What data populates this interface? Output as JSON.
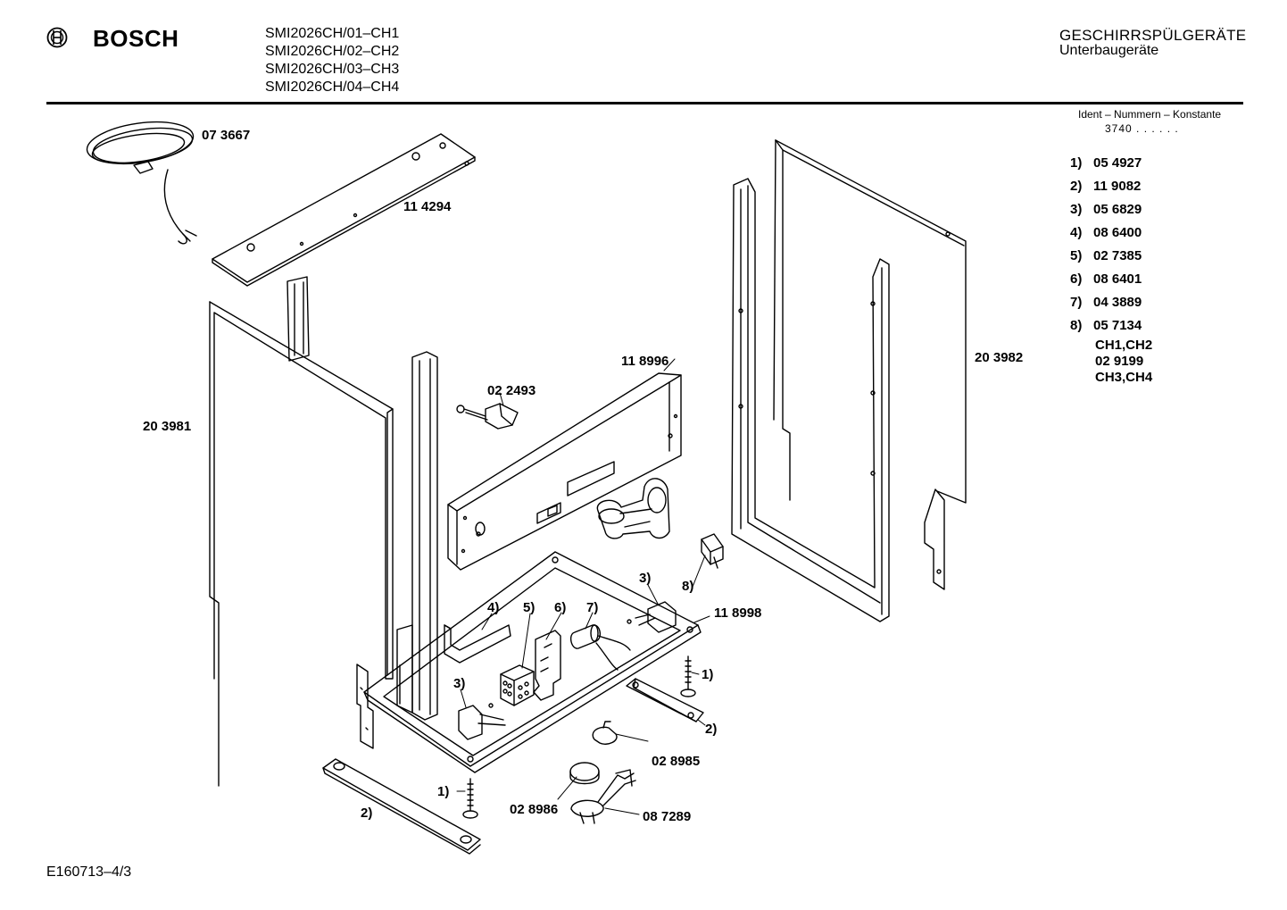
{
  "brand": "BOSCH",
  "models": [
    "SMI2026CH/01–CH1",
    "SMI2026CH/02–CH2",
    "SMI2026CH/03–CH3",
    "SMI2026CH/04–CH4"
  ],
  "category": {
    "title": "GESCHIRRSPÜLGERÄTE",
    "subtitle": "Unterbaugeräte"
  },
  "ident": {
    "title": "Ident – Nummern – Konstante",
    "code": "3740 . . . . . .",
    "items": [
      {
        "n": "1)",
        "v": "05 4927"
      },
      {
        "n": "2)",
        "v": "11 9082"
      },
      {
        "n": "3)",
        "v": "05 6829"
      },
      {
        "n": "4)",
        "v": "08 6400"
      },
      {
        "n": "5)",
        "v": "02 7385"
      },
      {
        "n": "6)",
        "v": "08 6401"
      },
      {
        "n": "7)",
        "v": "04 3889"
      },
      {
        "n": "8)",
        "v": "05 7134"
      }
    ],
    "item8_sub": [
      "CH1,CH2",
      "02 9199",
      "CH3,CH4"
    ]
  },
  "callouts": {
    "cable": "07 3667",
    "top_strip": "11 4294",
    "left_panel": "20 3981",
    "right_panel": "20 3982",
    "back_panel": "11 8996",
    "screw_clip": "02 2493",
    "base": "11 8998",
    "float": "02 8985",
    "cap": "02 8986",
    "bracket": "08 7289",
    "c1a": "1)",
    "c1b": "1)",
    "c2a": "2)",
    "c2b": "2)",
    "c3a": "3)",
    "c3b": "3)",
    "c4": "4)",
    "c5": "5)",
    "c6": "6)",
    "c7": "7)",
    "c8": "8)"
  },
  "footer": "E160713–4/3"
}
